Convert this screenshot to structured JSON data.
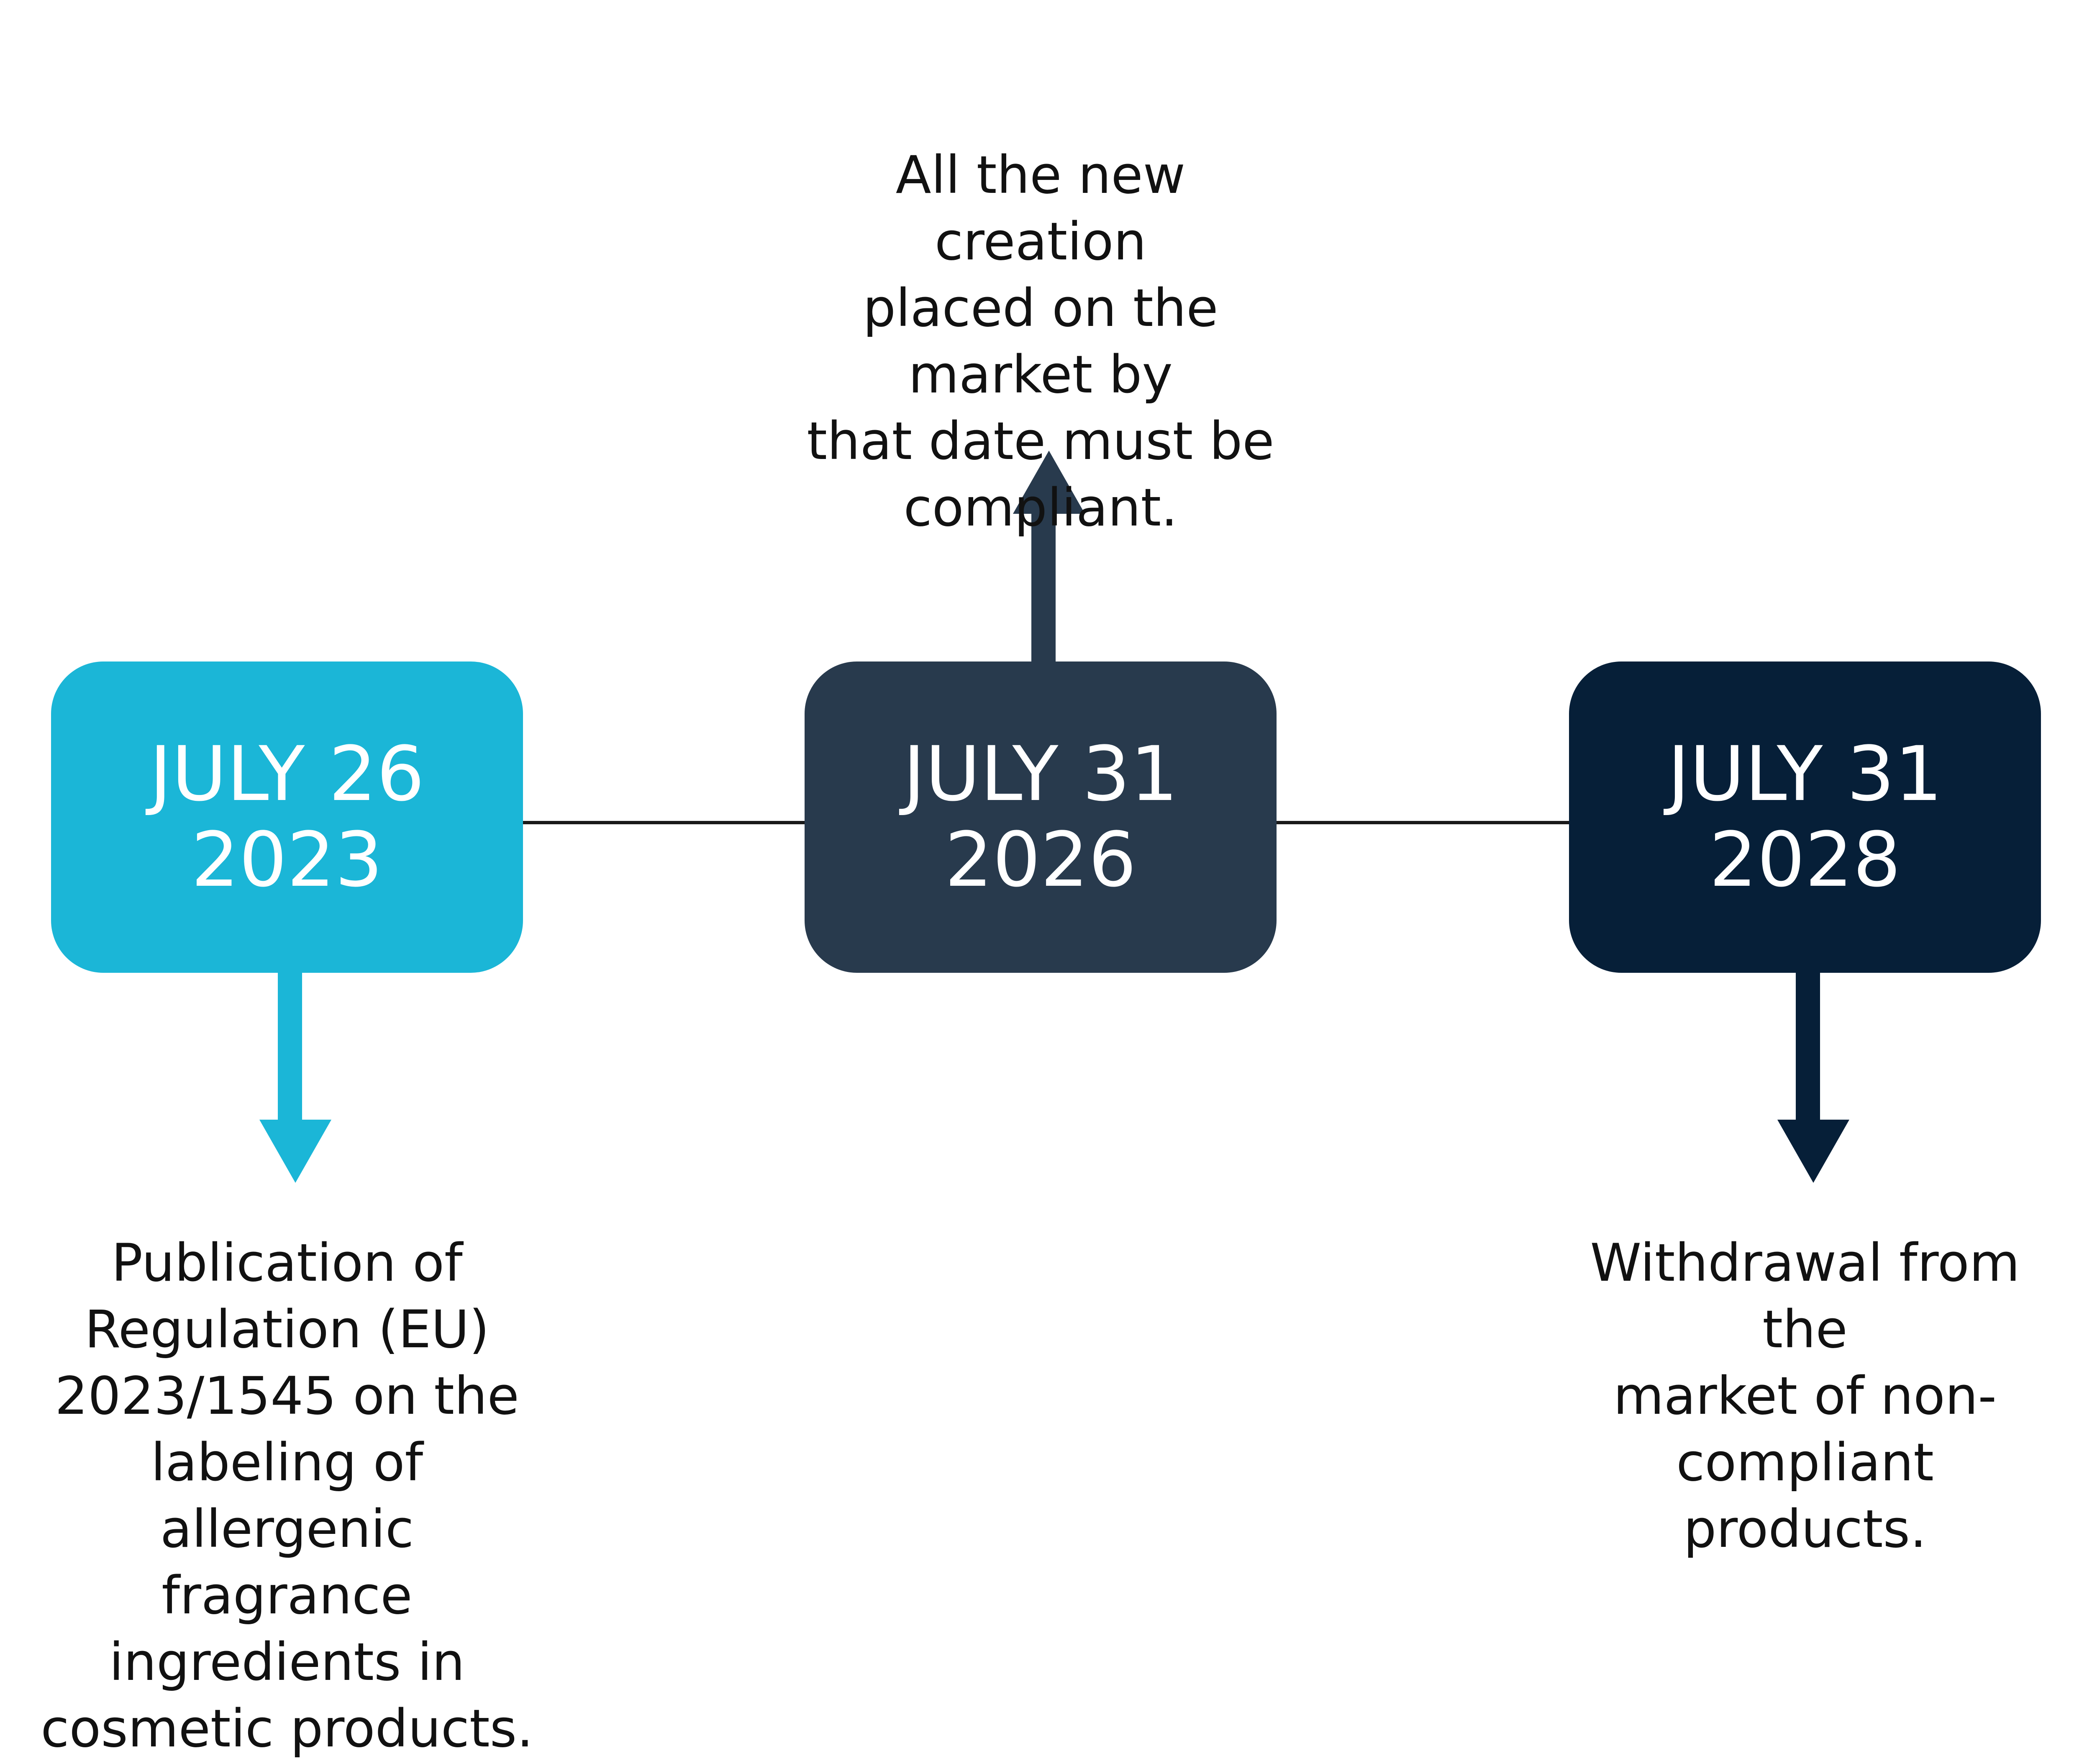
{
  "colors": {
    "first": "#1bb6d7",
    "second": "#283a4d",
    "third": "#061f38",
    "connector": "#1a1a1a"
  },
  "milestones": [
    {
      "date": "JULY 26",
      "year": "2023",
      "arrow": "down",
      "text": [
        "Publication of",
        "Regulation (EU)",
        "2023/1545 on the",
        "labeling of allergenic",
        "fragrance ingredients in",
        "cosmetic products."
      ]
    },
    {
      "date": "JULY 31",
      "year": "2026",
      "arrow": "up",
      "text": [
        "All the new creation",
        "placed on the market by",
        "that date must be",
        "compliant."
      ]
    },
    {
      "date": "JULY 31",
      "year": "2028",
      "arrow": "down",
      "text": [
        "Withdrawal from the",
        "market of non-compliant",
        "products."
      ]
    }
  ]
}
